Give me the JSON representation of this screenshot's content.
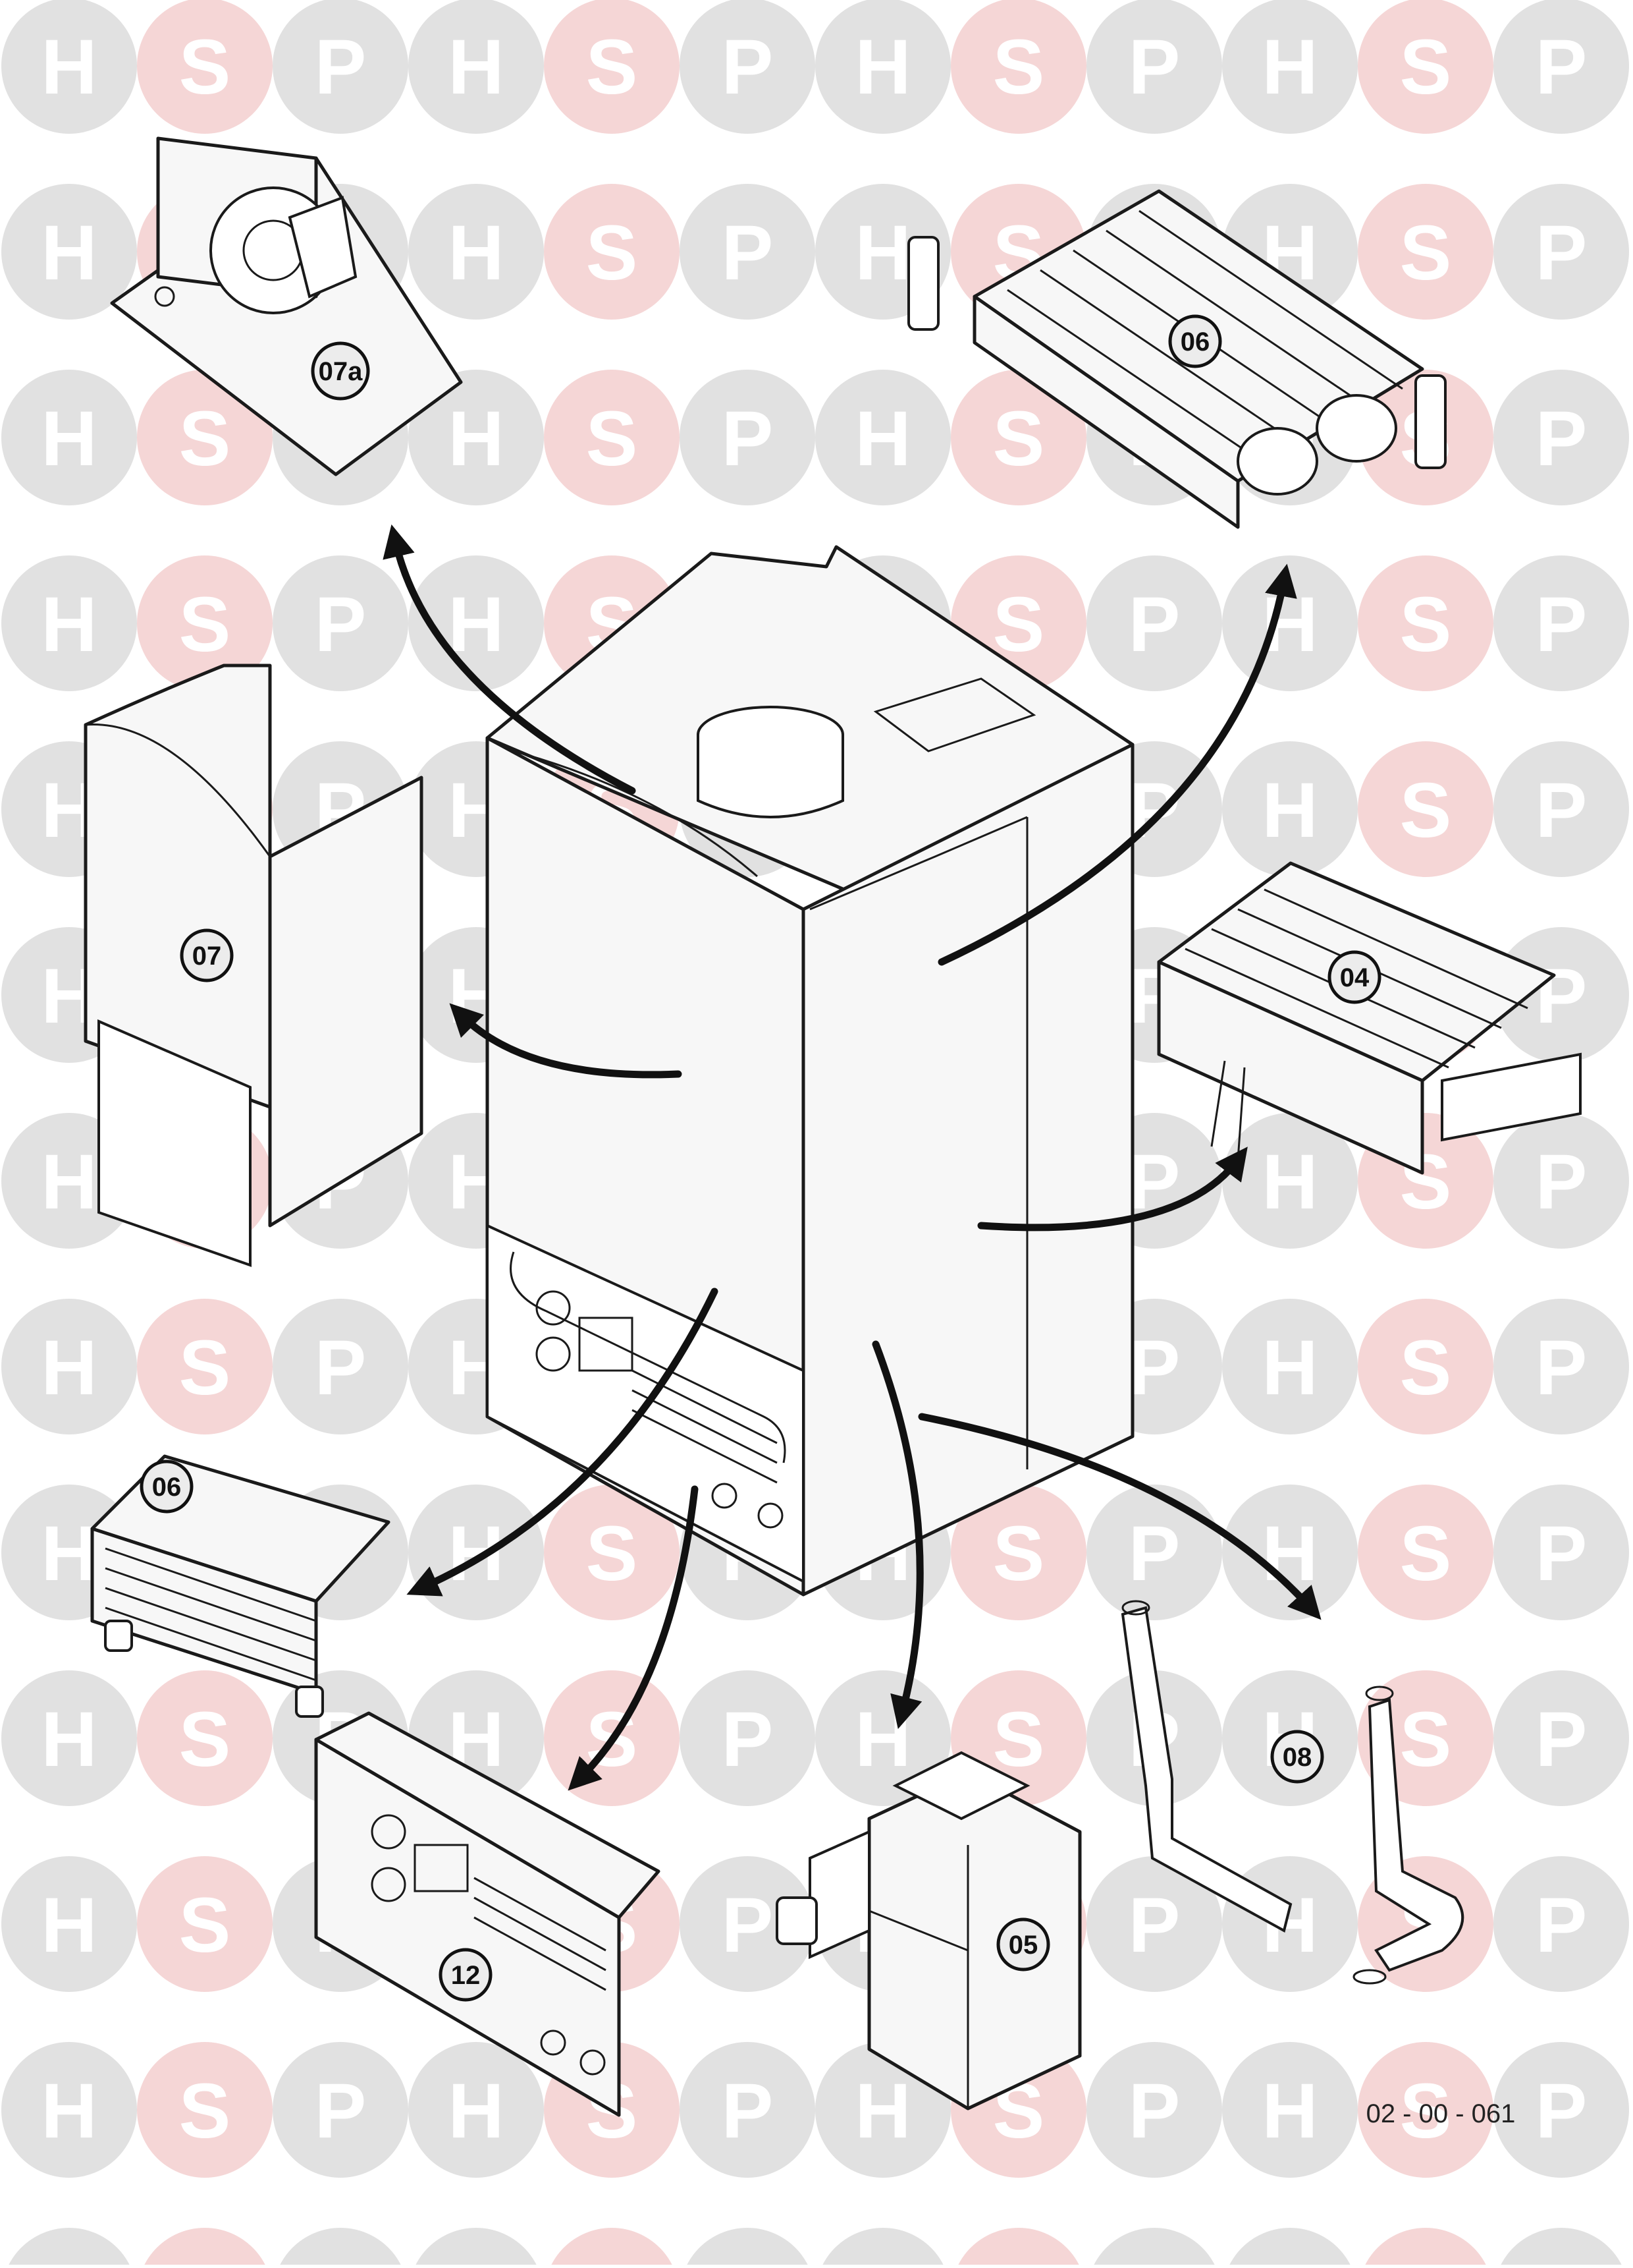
{
  "watermark": {
    "letters": [
      "H",
      "S",
      "P"
    ],
    "colors": {
      "H": "#d9d9d9",
      "S": "#f2cccc",
      "P": "#d9d9d9"
    },
    "center_logo_colors": {
      "H": "#b9cde4",
      "S": "#e8b3b3",
      "P": "#b9cde4"
    }
  },
  "callouts": {
    "fan_assembly": "07a",
    "main_heat_exchanger": "06",
    "case_front_panel": "07",
    "burner": "04",
    "plate_heat_exchanger": "06",
    "control_panel": "12",
    "gas_valve": "05",
    "pipes": "08"
  },
  "diagram_ref": "02 - 00 - 061",
  "colors": {
    "line": "#1a1a1a",
    "fill": "#f7f7f7"
  }
}
